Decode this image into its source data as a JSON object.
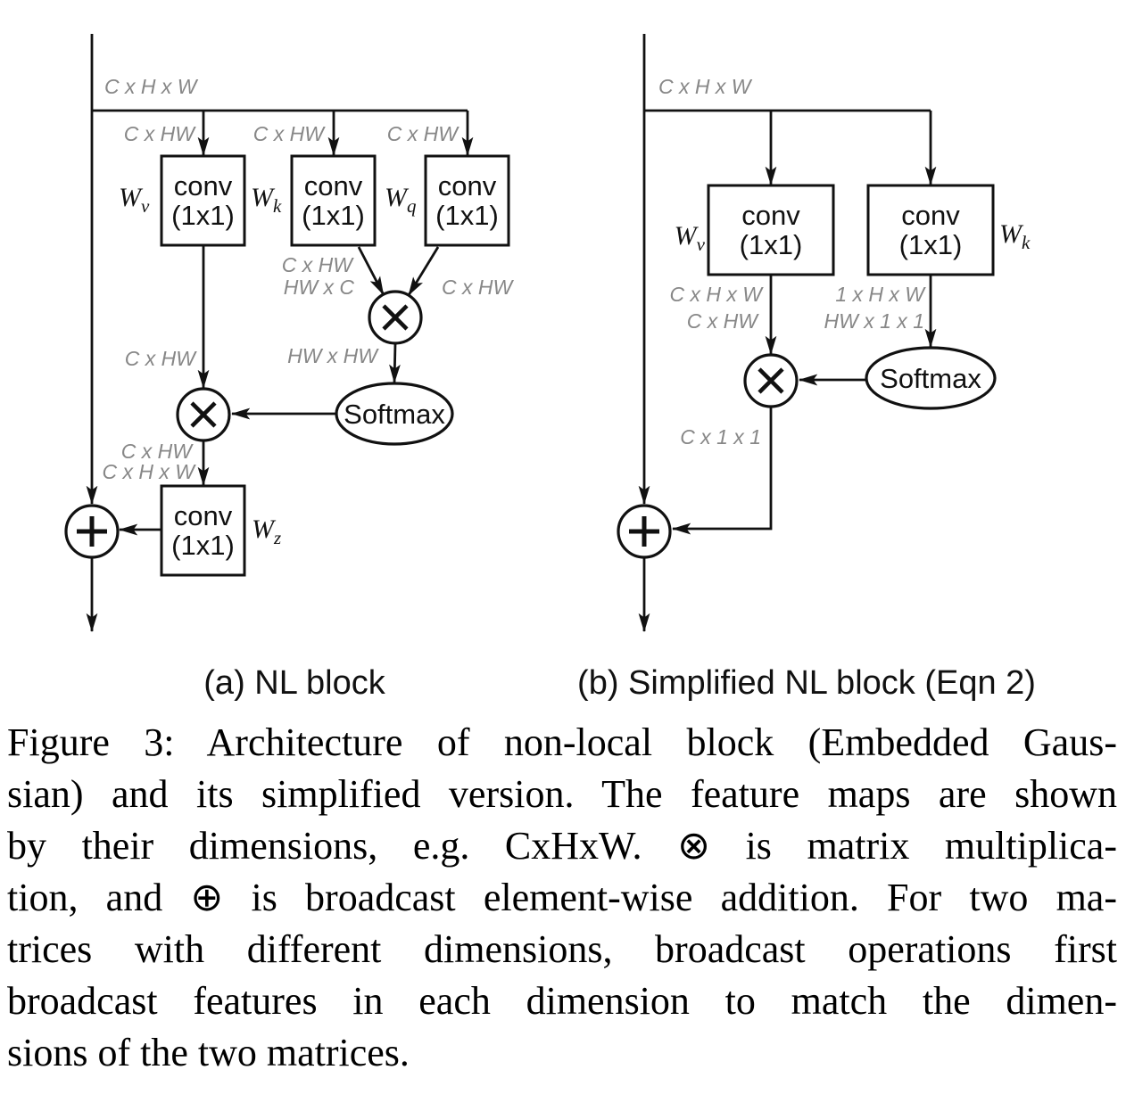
{
  "panel_a": {
    "subcaption": "(a) NL block",
    "conv_label": {
      "line1": "conv",
      "line2": "(1x1)"
    },
    "softmax_label": "Softmax",
    "weights": {
      "wv": {
        "base": "W",
        "sub": "v"
      },
      "wk": {
        "base": "W",
        "sub": "k"
      },
      "wq": {
        "base": "W",
        "sub": "q"
      },
      "wz": {
        "base": "W",
        "sub": "z"
      }
    },
    "dims": {
      "input": "C x H x W",
      "branch_v": "C x HW",
      "branch_k": "C x HW",
      "branch_q": "C x HW",
      "key_in": "C x HW",
      "key_in_transposed": "HW x C",
      "query_in": "C x HW",
      "attention_map": "HW x HW",
      "value_branch": "C x HW",
      "out_flat": "C x HW",
      "out_reshaped": "C x H x W"
    }
  },
  "panel_b": {
    "subcaption": "(b) Simplified NL block (Eqn 2)",
    "conv_label": {
      "line1": "conv",
      "line2": "(1x1)"
    },
    "softmax_label": "Softmax",
    "weights": {
      "wv": {
        "base": "W",
        "sub": "v"
      },
      "wk": {
        "base": "W",
        "sub": "k"
      }
    },
    "dims": {
      "input": "C x H x W",
      "value_line1": "C x H x W",
      "value_line2": "C x HW",
      "key_line1": "1 x H x W",
      "key_line2": "HW x 1 x 1",
      "context": "C x 1 x 1"
    }
  },
  "caption": {
    "lines": [
      "Figure 3: Architecture of non-local block (Embedded Gaus-",
      "sian) and its simplified version. The feature maps are shown",
      "by their dimensions, e.g. CxHxW. ⊗ is matrix multiplica-",
      "tion, and ⊕ is broadcast element-wise addition. For two ma-",
      "trices with different dimensions, broadcast operations first",
      "broadcast features in each dimension to match the dimen-",
      "sions of the two matrices."
    ]
  },
  "colors": {
    "stroke": "#111111",
    "dim_text": "#878787",
    "background": "#ffffff"
  }
}
